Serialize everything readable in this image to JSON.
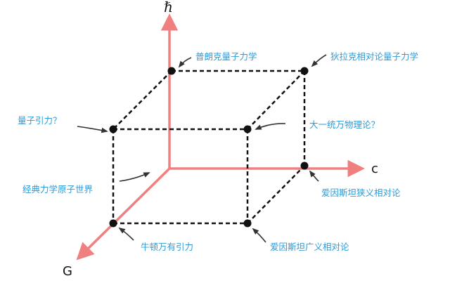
{
  "colors": {
    "axis": "#F08080",
    "edge": "#111111",
    "vertex": "#111111",
    "label": "#2E9BD6",
    "pointer": "#333333"
  },
  "axes": {
    "vertical_symbol": "ℏ",
    "horizontal_symbol": "c",
    "depth_symbol": "G"
  },
  "labels": {
    "planck_qm": "普朗克量子力学",
    "dirac_qm": "狄拉克相对论量子力学",
    "quantum_gravity": "量子引力？",
    "tou": "大一统万物理论？",
    "classical": "经典力学原子世界",
    "special_rel": "爱因斯坦狭义相对论",
    "newton": "牛顿万有引力",
    "general_rel": "爱因斯坦广义相对论"
  }
}
